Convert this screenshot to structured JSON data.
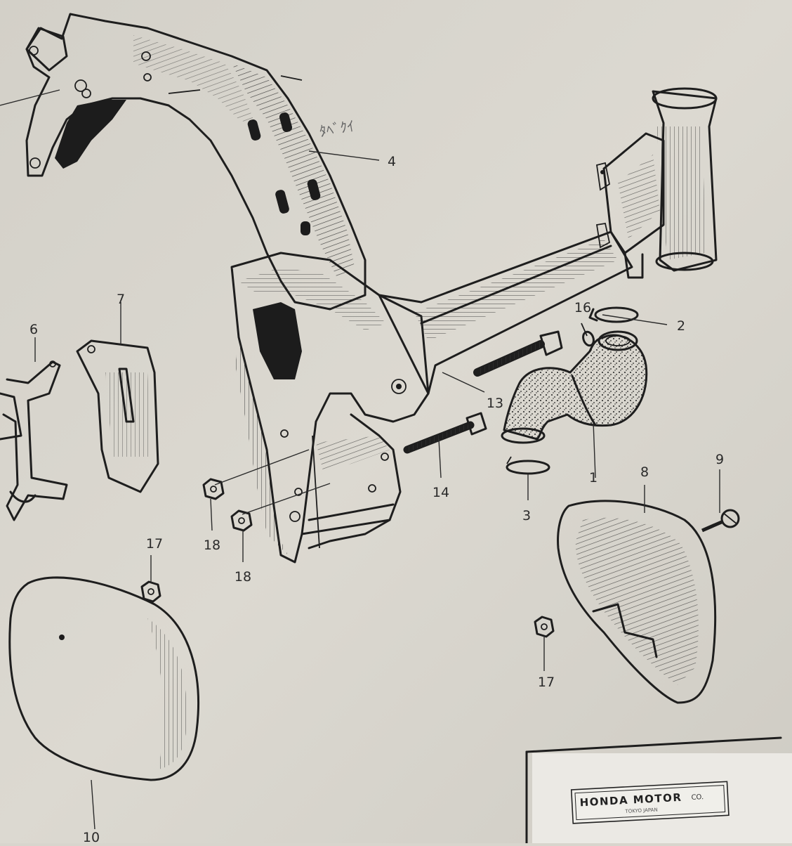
{
  "diagram": {
    "callouts": [
      {
        "id": "c1",
        "number": "1",
        "part": "air-cleaner-pipe"
      },
      {
        "id": "c2",
        "number": "2",
        "part": "hose-clamp"
      },
      {
        "id": "c3",
        "number": "3",
        "part": "ring-clip"
      },
      {
        "id": "c4",
        "number": "4",
        "part": "main-frame"
      },
      {
        "id": "c6",
        "number": "6",
        "part": "bracket"
      },
      {
        "id": "c7",
        "number": "7",
        "part": "bracket-cover"
      },
      {
        "id": "c8",
        "number": "8",
        "part": "right-side-cover"
      },
      {
        "id": "c9",
        "number": "9",
        "part": "cover-screw"
      },
      {
        "id": "c10",
        "number": "10",
        "part": "left-side-cover"
      },
      {
        "id": "c13",
        "number": "13",
        "part": "stud-bolt"
      },
      {
        "id": "c14",
        "number": "14",
        "part": "long-bolt"
      },
      {
        "id": "c16",
        "number": "16",
        "part": "small-screw"
      },
      {
        "id": "c17a",
        "number": "17",
        "part": "nut"
      },
      {
        "id": "c17b",
        "number": "17",
        "part": "nut"
      },
      {
        "id": "c18a",
        "number": "18",
        "part": "nut"
      },
      {
        "id": "c18b",
        "number": "18",
        "part": "nut"
      }
    ],
    "handwritten_note": "ﾀﾍﾞｸｲ",
    "emblem": {
      "text": "HONDA MOTOR",
      "suffix": "CO.",
      "subtext": "TOKYO JAPAN"
    }
  }
}
